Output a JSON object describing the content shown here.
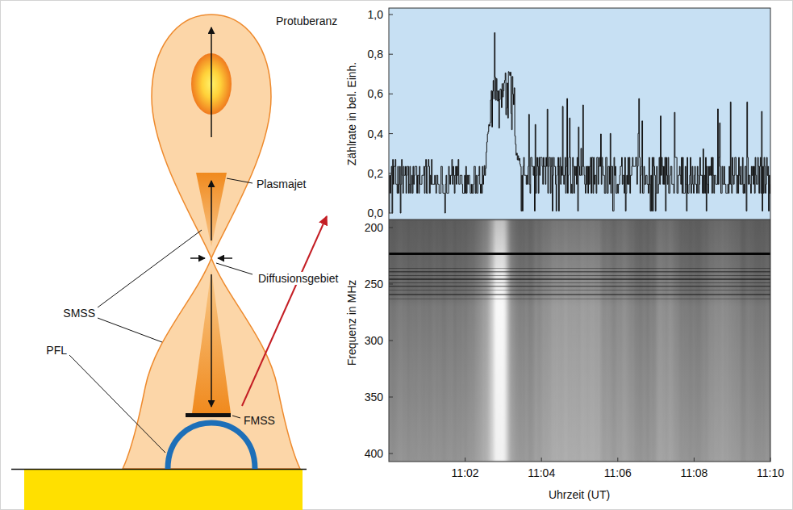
{
  "diagram": {
    "labels": [
      "Protuberanz",
      "Plasmajet",
      "Diffusionsgebiet",
      "SMSS",
      "PFL",
      "FMSS",
      "Zählrate in bel. Einh.",
      "1,0",
      "0,8",
      "0,6",
      "0,4",
      "0,2",
      "0,0",
      "Frequenz in MHz",
      "200",
      "250",
      "300",
      "350",
      "400",
      "11:02",
      "11:04",
      "11:06",
      "11:08",
      "11:10",
      "Uhrzeit (UT)"
    ]
  }
}
